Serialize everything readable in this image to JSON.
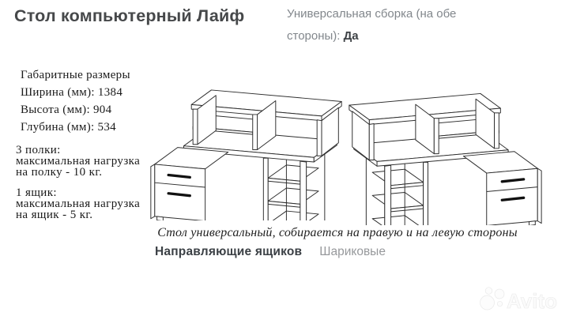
{
  "header": {
    "title": "Стол компьютерный Лайф"
  },
  "assembly": {
    "label": "Универсальная сборка (на обе стороны): ",
    "value": "Да"
  },
  "dimensions": {
    "heading": "Габаритные размеры",
    "rows": [
      {
        "label": "Ширина (мм): ",
        "value": "1384"
      },
      {
        "label": "Высота (мм): ",
        "value": "904"
      },
      {
        "label": "Глубина (мм): ",
        "value": "534"
      }
    ]
  },
  "shelves_note": {
    "title": "3 полки:",
    "line2": "максимальная нагрузка",
    "line3": "на полку - 10 кг."
  },
  "drawer_note": {
    "title": "1 ящик:",
    "line2": "максимальная нагрузка",
    "line3": "на ящик - 5 кг."
  },
  "caption": "Стол универсальный, собирается на правую и на левую стороны",
  "drawer_rails": {
    "label": "Направляющие ящиков",
    "value": "Шариковые"
  },
  "illustrations": {
    "left": "desk-assembled-left-side",
    "right": "desk-assembled-right-side"
  },
  "watermark": {
    "brand": "Avito",
    "logo": "avito-circles-icon"
  },
  "colors": {
    "title_text": "#46484a",
    "muted_text": "#82878c",
    "dark_text": "#3d4145",
    "serif_text": "#1a1a1a",
    "line_art": "#2e2e2e",
    "rails_value": "#97999c",
    "background": "#ffffff"
  }
}
